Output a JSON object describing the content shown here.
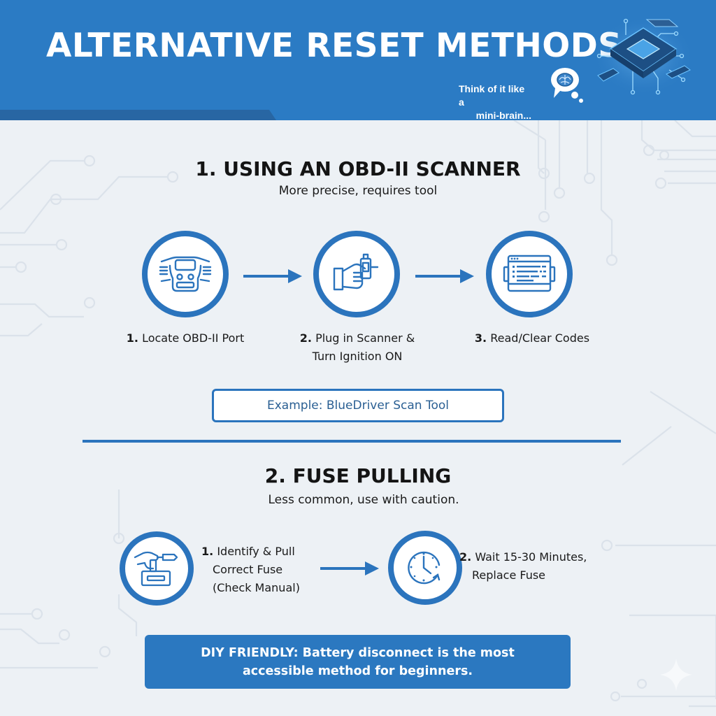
{
  "header": {
    "title": "ALTERNATIVE RESET METHODS",
    "tagline_line1": "Think of it like a",
    "tagline_line2": "mini-brain...",
    "icons": [
      "brain-thought-bubble-icon",
      "circuit-chip-icon"
    ],
    "background_color": "#2b7bc4"
  },
  "section1": {
    "title": "1. USING AN OBD-II SCANNER",
    "subtitle": "More precise, requires tool",
    "steps": [
      {
        "number": "1.",
        "label": "Locate OBD-II Port",
        "icon": "car-dashboard-icon"
      },
      {
        "number": "2.",
        "label_line1": "Plug in Scanner &",
        "label_line2": "Turn Ignition ON",
        "icon": "hand-scanner-icon"
      },
      {
        "number": "3.",
        "label": "Read/Clear Codes",
        "icon": "scanner-screen-icon"
      }
    ],
    "example": "Example: BlueDriver Scan Tool"
  },
  "section2": {
    "title": "2. FUSE PULLING",
    "subtitle": "Less common, use with caution.",
    "steps": [
      {
        "number": "1.",
        "label_line1": "Identify & Pull",
        "label_line2": "Correct Fuse",
        "label_line3": "(Check Manual)",
        "icon": "hand-fuse-icon"
      },
      {
        "number": "2.",
        "label_line1": "Wait 15-30 Minutes,",
        "label_line2": "Replace Fuse",
        "icon": "clock-reset-icon"
      }
    ]
  },
  "callout": {
    "text": "DIY FRIENDLY: Battery disconnect is the most accessible method for beginners."
  },
  "colors": {
    "accent": "#2b74bd",
    "background": "#edf1f5",
    "callout": "#2b78c0",
    "example_text": "#2a5f93"
  }
}
